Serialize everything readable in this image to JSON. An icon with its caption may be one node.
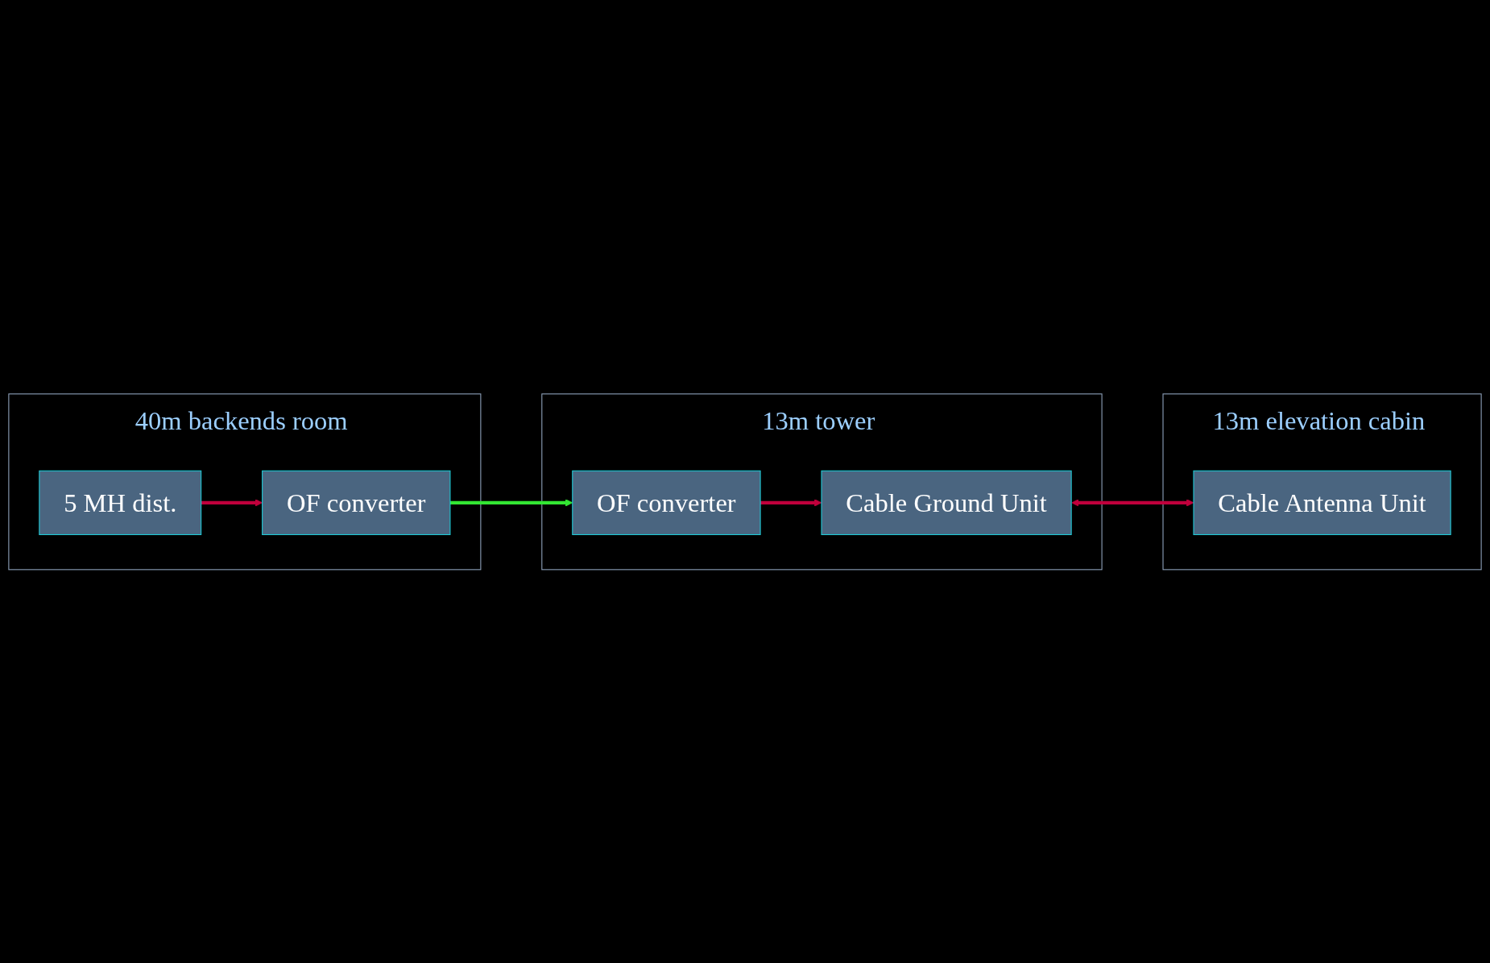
{
  "diagram": {
    "nodes": [
      {
        "text": [
          "40m backends room"
        ]
      },
      {
        "text": [
          "5 MH dist."
        ],
        "in": 0
      },
      {
        "text": [
          "OF converter"
        ],
        "in": 0
      },
      {
        "text": [
          "13m tower"
        ]
      },
      {
        "text": [
          "OF converter"
        ],
        "in": 3
      },
      {
        "text": [
          "Cable Ground Unit"
        ],
        "in": 3
      },
      {
        "text": [
          "13m elevation cabin"
        ]
      },
      {
        "text": [
          "Cable Antenna Unit"
        ],
        "in": 6
      }
    ],
    "edges": [
      {
        "from": 1,
        "to": 2,
        "arrow": "to"
      },
      {
        "from": 2,
        "to": 4,
        "arrow": "to",
        "color": "#33e633"
      },
      {
        "from": 4,
        "to": 5,
        "arrow": "to"
      },
      {
        "from": 5,
        "to": 7,
        "arrow": "both"
      }
    ]
  }
}
